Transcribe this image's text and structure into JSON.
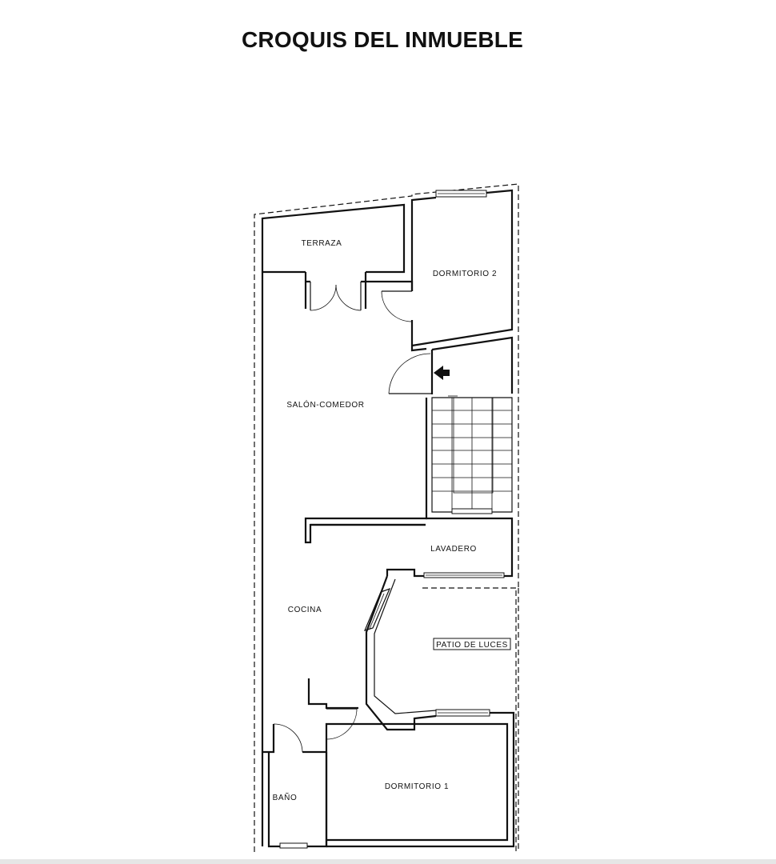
{
  "title": "CROQUIS DEL INMUEBLE",
  "rooms": {
    "terraza": "TERRAZA",
    "dormitorio2": "DORMITORIO 2",
    "salon_comedor": "SALÓN-COMEDOR",
    "lavadero": "LAVADERO",
    "cocina": "COCINA",
    "patio_de_luces": "PATIO DE LUCES",
    "dormitorio1": "DORMITORIO 1",
    "bano": "BAÑO"
  },
  "icons": {
    "entrance": "entrance-arrow-icon"
  }
}
